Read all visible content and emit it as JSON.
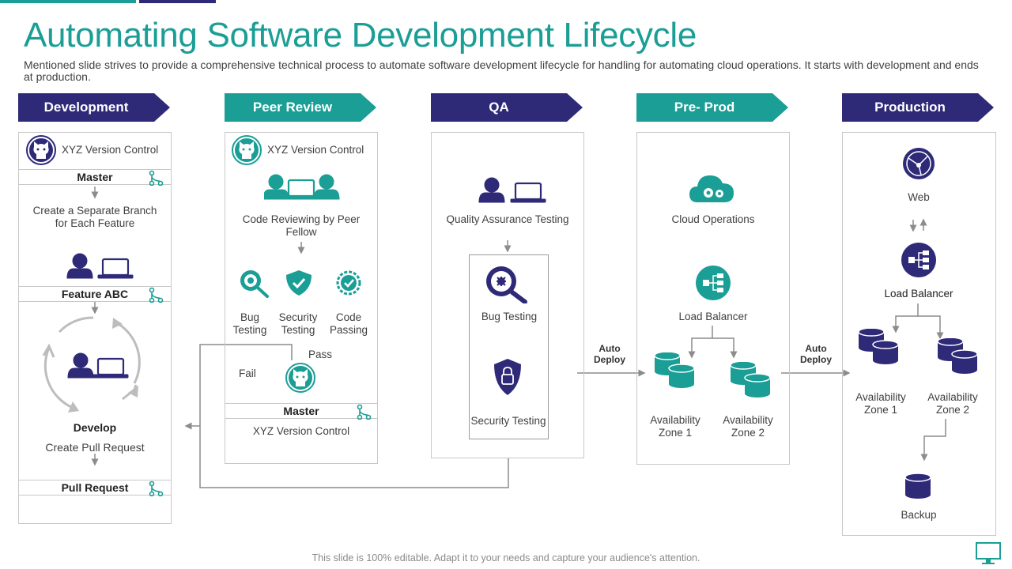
{
  "slide": {
    "title": "Automating Software Development Lifecycle",
    "subtitle": "Mentioned slide strives to provide a comprehensive technical process to automate software development lifecycle for handling for automating cloud operations. It starts with development and ends at production.",
    "footer": "This slide is 100% editable. Adapt it to your needs and capture your audience's attention."
  },
  "colors": {
    "navy": "#2e2a78",
    "teal": "#1a9e95",
    "border": "#c8c8c8",
    "arrow": "#8c8c8c"
  },
  "stages": [
    "Development",
    "Peer Review",
    "QA",
    "Pre- Prod",
    "Production"
  ],
  "development": {
    "version_control": "XYZ Version Control",
    "master": "Master",
    "create_branch": "Create a Separate Branch for Each Feature",
    "feature": "Feature ABC",
    "develop": "Develop",
    "create_pr": "Create Pull Request",
    "pull_request": "Pull Request"
  },
  "peer_review": {
    "version_control": "XYZ Version Control",
    "code_review": "Code Reviewing  by Peer Fellow",
    "bug_testing": "Bug Testing",
    "security_testing": "Security Testing",
    "code_passing": "Code Passing",
    "pass": "Pass",
    "fail": "Fail",
    "master": "Master",
    "version_control_2": "XYZ Version Control"
  },
  "qa": {
    "qa_testing": "Quality Assurance Testing",
    "bug_testing": "Bug Testing",
    "security_testing": "Security Testing"
  },
  "auto_deploy_1": "Auto Deploy",
  "pre_prod": {
    "cloud_ops": "Cloud Operations",
    "load_balancer": "Load Balancer",
    "zone1": "Availability Zone  1",
    "zone2": "Availability Zone  2"
  },
  "auto_deploy_2": "Auto Deploy",
  "production": {
    "web": "Web",
    "load_balancer": "Load Balancer",
    "zone1": "Availability Zone  1",
    "zone2": "Availability Zone  2",
    "backup": "Backup"
  }
}
